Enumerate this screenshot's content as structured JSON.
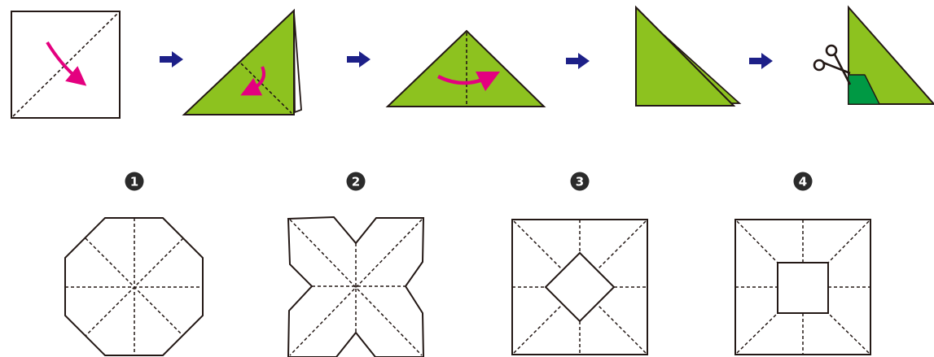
{
  "colors": {
    "paper_green": "#8dc21f",
    "cut_green": "#009944",
    "fold_arrow": "#e4007f",
    "step_arrow": "#1d2088",
    "outline": "#231815",
    "badge": "#2b2b2b"
  },
  "icons": {
    "step_arrow": "right-arrow-icon",
    "fold_arrow": "curved-arrow-icon",
    "cut_tool": "scissors-icon"
  },
  "options": [
    {
      "number": "1",
      "shape": "octagon"
    },
    {
      "number": "2",
      "shape": "cross"
    },
    {
      "number": "3",
      "shape": "square-with-diamond-hole"
    },
    {
      "number": "4",
      "shape": "square-with-square-hole"
    }
  ]
}
